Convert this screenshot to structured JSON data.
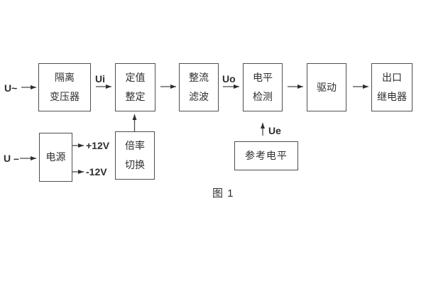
{
  "figure": {
    "caption": "图 1",
    "nodes": [
      {
        "id": "isolation-transformer",
        "line1": "隔离",
        "line2": "变压器"
      },
      {
        "id": "setpoint-adjust",
        "line1": "定值",
        "line2": "整定"
      },
      {
        "id": "rectifier-filter",
        "line1": "整流",
        "line2": "滤波"
      },
      {
        "id": "level-detector",
        "line1": "电平",
        "line2": "检测"
      },
      {
        "id": "driver",
        "line1": "驱动"
      },
      {
        "id": "output-relay",
        "line1": "出口",
        "line2": "继电器"
      },
      {
        "id": "power-supply",
        "line1": "电源"
      },
      {
        "id": "ratio-switch",
        "line1": "倍率",
        "line2": "切换"
      },
      {
        "id": "reference-level",
        "line1": "参考电平"
      }
    ],
    "signals": {
      "ac_input": "U~",
      "dc_input": "U –",
      "ui": "Ui",
      "uo": "Uo",
      "ue": "Ue",
      "rail_pos": "+12V",
      "rail_neg": "-12V"
    },
    "colors": {
      "background": "#ffffff",
      "line": "#4a4a4a",
      "border": "#4f4f4f",
      "text": "#2e2e2e"
    }
  }
}
